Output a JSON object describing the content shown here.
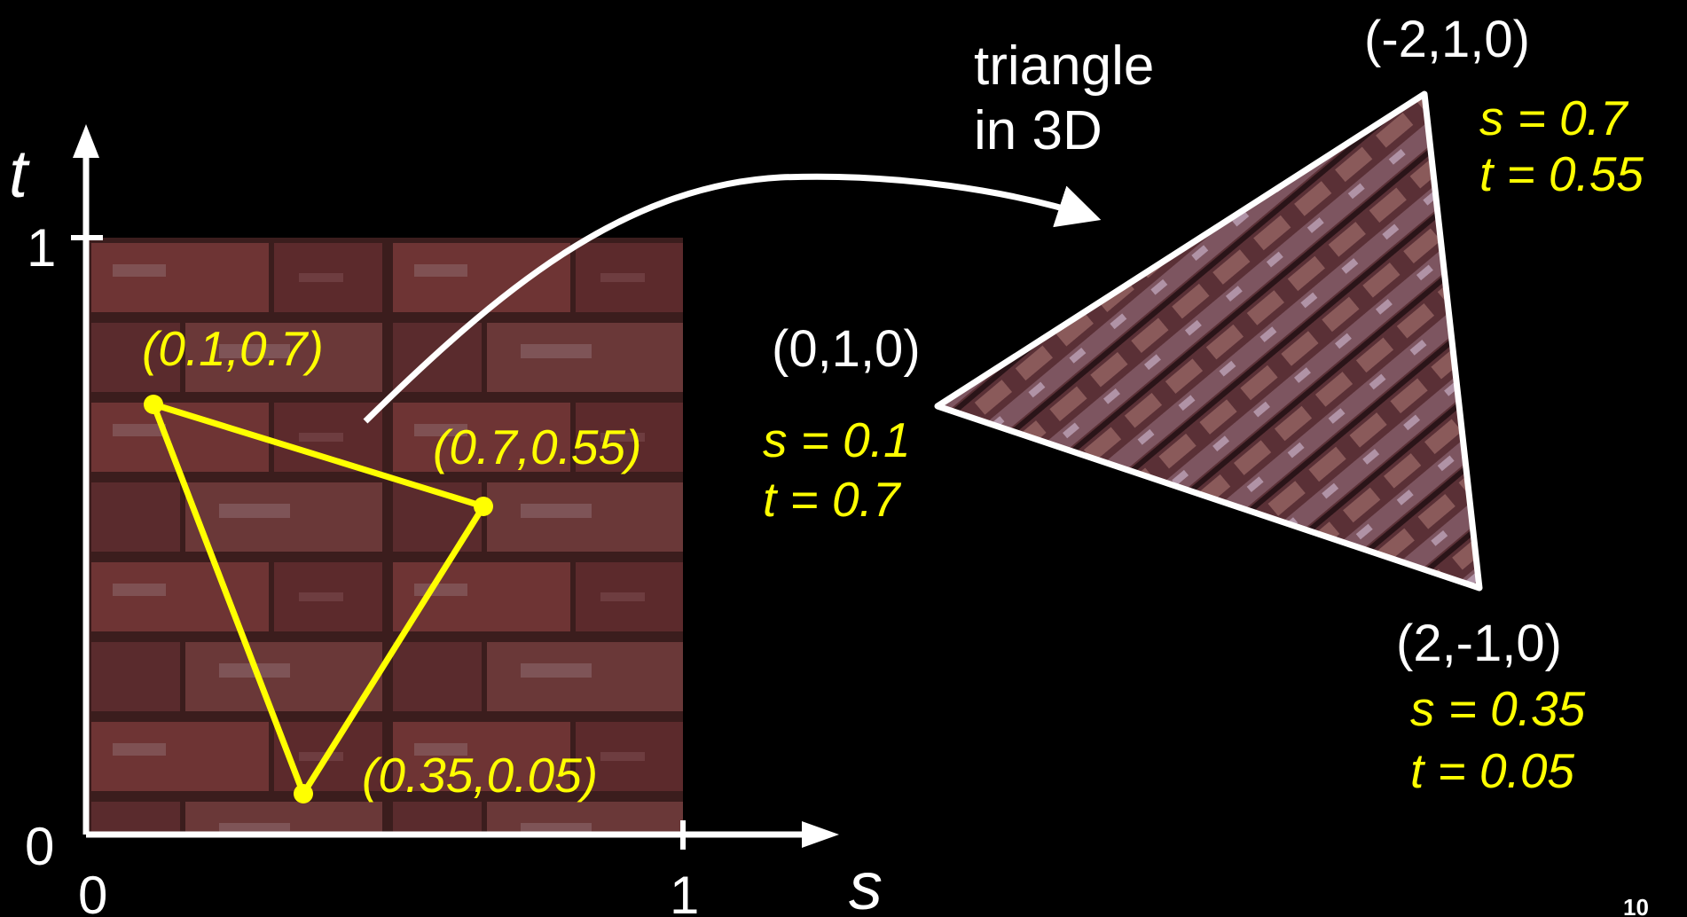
{
  "colors": {
    "background": "#000000",
    "triangle_2d": "#ffff00",
    "triangle_3d_outline": "#ffffff",
    "axis": "#ffffff"
  },
  "texture_axes": {
    "t_label": "t",
    "s_label": "s",
    "t_tick_one": "1",
    "t_tick_zero": "0",
    "s_tick_zero": "0",
    "s_tick_one": "1"
  },
  "texture_triangle": {
    "v1_label": "(0.1,0.7)",
    "v2_label": "(0.7,0.55)",
    "v3_label": "(0.35,0.05)"
  },
  "mapping_label": {
    "line1": "triangle",
    "line2": "in 3D"
  },
  "triangle_3d": {
    "top": {
      "coord": "(-2,1,0)",
      "s": "s = 0.7",
      "t": "t = 0.55"
    },
    "left": {
      "coord": "(0,1,0)",
      "s": "s = 0.1",
      "t": "t = 0.7"
    },
    "bottom": {
      "coord": "(2,-1,0)",
      "s": "s = 0.35",
      "t": "t = 0.05"
    }
  },
  "page_number": "10"
}
